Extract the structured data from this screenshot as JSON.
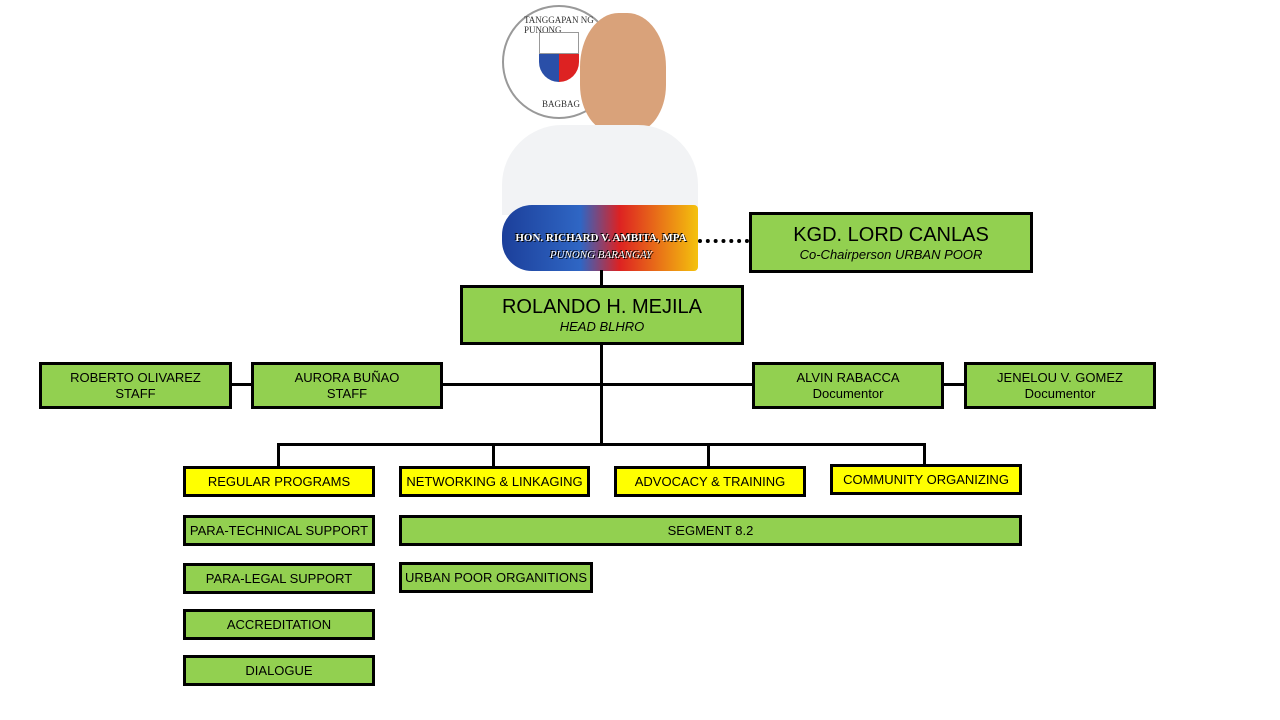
{
  "header": {
    "seal_text": "TANGGAPAN NG PUNONG",
    "seal_bottom": "BAGBAG",
    "captain_name": "HON. RICHARD V. AMBITA, MPA",
    "captain_title": "PUNONG BARANGAY"
  },
  "cochair": {
    "name": "KGD. LORD CANLAS",
    "role": "Co-Chairperson  URBAN POOR"
  },
  "head": {
    "name": "ROLANDO H. MEJILA",
    "role": "HEAD BLHRO"
  },
  "staff": [
    {
      "name": "ROBERTO OLIVAREZ",
      "role": "STAFF"
    },
    {
      "name": "AURORA BUÑAO",
      "role": "STAFF"
    },
    {
      "name": "ALVIN RABACCA",
      "role": "Documentor"
    },
    {
      "name": "JENELOU V. GOMEZ",
      "role": "Documentor"
    }
  ],
  "programs": [
    "REGULAR PROGRAMS",
    "NETWORKING & LINKAGING",
    "ADVOCACY & TRAINING",
    "COMMUNITY ORGANIZING"
  ],
  "regular_items": [
    "PARA-TECHNICAL SUPPORT",
    "PARA-LEGAL SUPPORT",
    "ACCREDITATION",
    "DIALOGUE"
  ],
  "segment": "SEGMENT 8.2",
  "urban_poor": "URBAN POOR ORGANITIONS",
  "colors": {
    "green": "#92d050",
    "yellow": "#ffff00"
  }
}
